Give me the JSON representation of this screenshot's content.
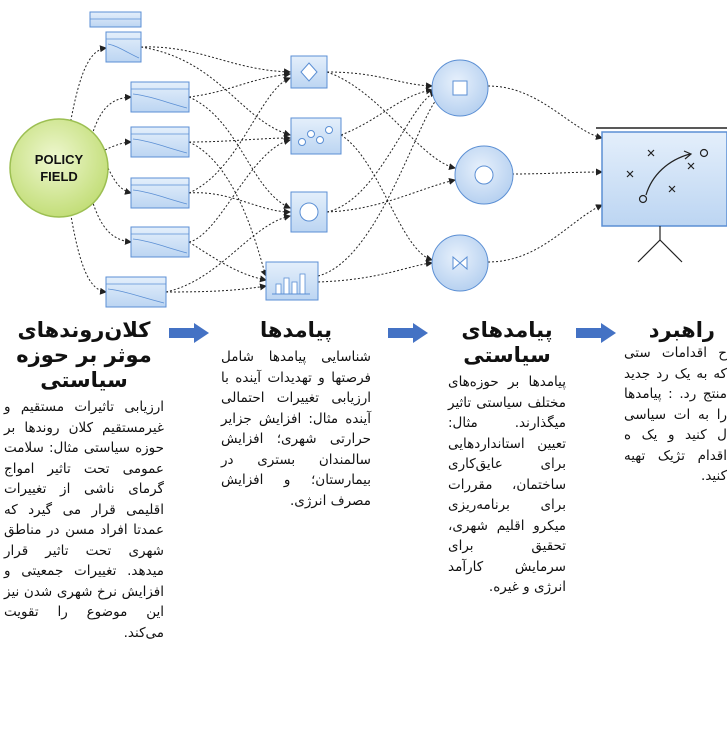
{
  "diagram": {
    "source_label_line1": "POLICY",
    "source_label_line2": "FIELD",
    "icons": {
      "trend_cards": "trend-card-icon",
      "implication_diamond": "diamond-icon",
      "implication_dots": "scatter-dots-icon",
      "implication_circle": "circle-icon",
      "implication_bars": "bar-chart-icon",
      "policy_square": "square-icon",
      "policy_circle": "circle-icon",
      "policy_bowtie": "bowtie-icon",
      "strategy_board": "strategy-whiteboard-icon"
    },
    "colors": {
      "source_fill": "#d7ec9a",
      "box_fill": "#cfe2f7",
      "box_stroke": "#5b8fd4",
      "flow_arrow": "#4472c4"
    }
  },
  "columns": {
    "trends": {
      "title": "کلان‌روندهای موثر بر حوزه سیاستی",
      "body": "ارزیابی تاثیرات مستقیم و غیرمستقیم کلان روندها بر حوزه سیاستی مثال: سلامت عمومی تحت تاثیر امواج گرمای ناشی از تغییرات اقلیمی قرار می گیرد که عمدتا افراد مسن در مناطق شهری تحت تاثیر قرار میدهد. تغییرات جمعیتی و افزایش نرخ شهری شدن نیز این موضوع را تقویت می‌کند."
    },
    "implications": {
      "title": "پیامدها",
      "body": "شناسایی پیامدها شامل فرصتها و تهدیدات آینده با ارزیابی تغییرات احتمالی آینده مثال: افزایش جزایر حرارتی شهری؛ افزایش سالمندان بستری در بیمارستان؛ و افزایش مصرف انرژی."
    },
    "policy": {
      "title": "پیامدهای سیاستی",
      "body": "پیامدها بر حوزه‌های مختلف سیاستی تاثیر میگذارند. مثال: تعیین استانداردهایی برای عایق‌کاری ساختمان، مقررات برای برنامه‌ریزی میکرو اقلیم شهری، تحقیق برای سرمایش کارآمد انرژی و غیره."
    },
    "strategy": {
      "title": "راهبرد",
      "body": "ح اقدامات ستی که به یک رد جدید منتج رد. : پیامدها را به ات سیاسی ل کنید و یک ه اقدام تژیک تهیه کنید."
    }
  }
}
